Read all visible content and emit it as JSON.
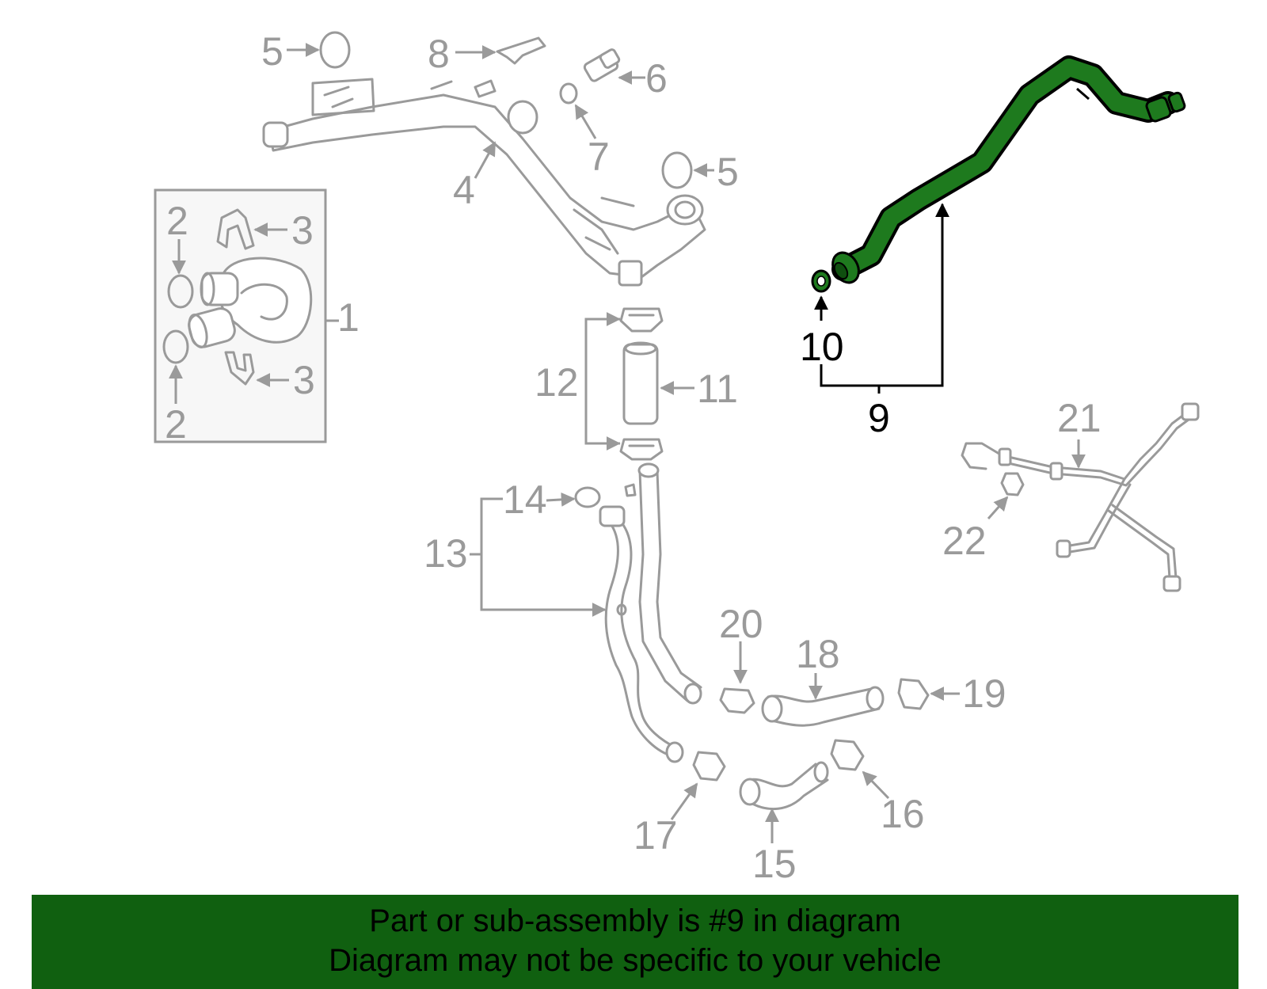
{
  "diagram": {
    "highlight_color": "#1e7a1e",
    "line_color": "#9a9a9a",
    "labels": {
      "l1": "1",
      "l2a": "2",
      "l2b": "2",
      "l3a": "3",
      "l3b": "3",
      "l4": "4",
      "l5a": "5",
      "l5b": "5",
      "l6": "6",
      "l7": "7",
      "l8": "8",
      "l9": "9",
      "l10": "10",
      "l11": "11",
      "l12": "12",
      "l13": "13",
      "l14": "14",
      "l15": "15",
      "l16": "16",
      "l17": "17",
      "l18": "18",
      "l19": "19",
      "l20": "20",
      "l21": "21",
      "l22": "22"
    }
  },
  "banner": {
    "line1": "Part or sub-assembly is #9 in diagram",
    "line2": "Diagram may not be specific to your vehicle",
    "background": "#106010"
  }
}
